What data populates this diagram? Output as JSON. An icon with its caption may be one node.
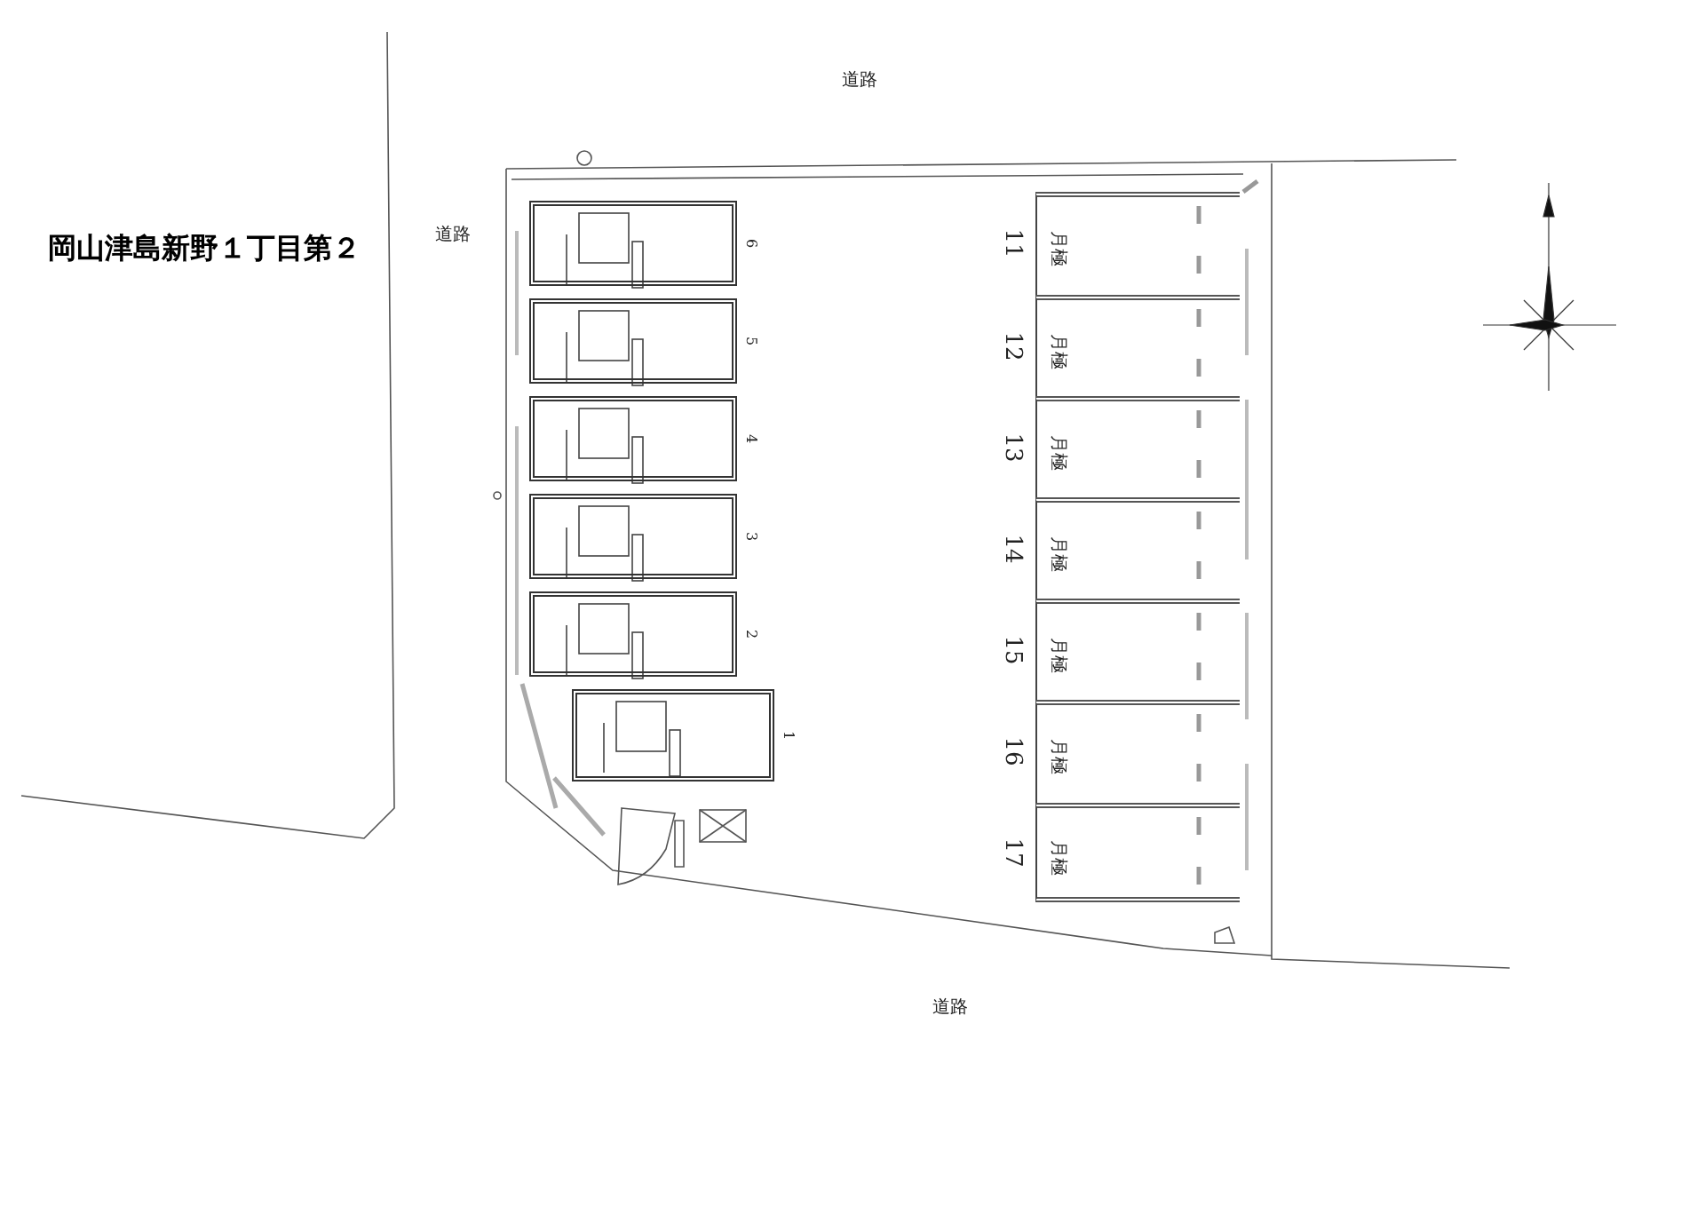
{
  "diagram": {
    "title": "岡山津島新野１丁目第２",
    "nodes": [
      {
        "text": [],
        "shape": "box",
        "beside": [
          "6"
        ]
      },
      {
        "text": [],
        "shape": "box",
        "beside": [
          "5"
        ]
      },
      {
        "text": [],
        "shape": "box",
        "beside": [
          "4"
        ]
      },
      {
        "text": [],
        "shape": "box",
        "beside": [
          "3"
        ]
      },
      {
        "text": [],
        "shape": "box",
        "beside": [
          "2"
        ]
      },
      {
        "text": [],
        "shape": "box",
        "beside": [
          "1"
        ]
      },
      {
        "text": [
          "月極"
        ],
        "beside": [
          "11"
        ]
      },
      {
        "text": [
          "月極"
        ],
        "beside": [
          "12"
        ]
      },
      {
        "text": [
          "月極"
        ],
        "beside": [
          "13"
        ]
      },
      {
        "text": [
          "月極"
        ],
        "beside": [
          "14"
        ]
      },
      {
        "text": [
          "月極"
        ],
        "beside": [
          "15"
        ]
      },
      {
        "text": [
          "月極"
        ],
        "beside": [
          "16"
        ]
      },
      {
        "text": [
          "月極"
        ],
        "beside": [
          "17"
        ]
      }
    ],
    "labels": [
      "道路",
      "道路",
      "道路"
    ]
  }
}
